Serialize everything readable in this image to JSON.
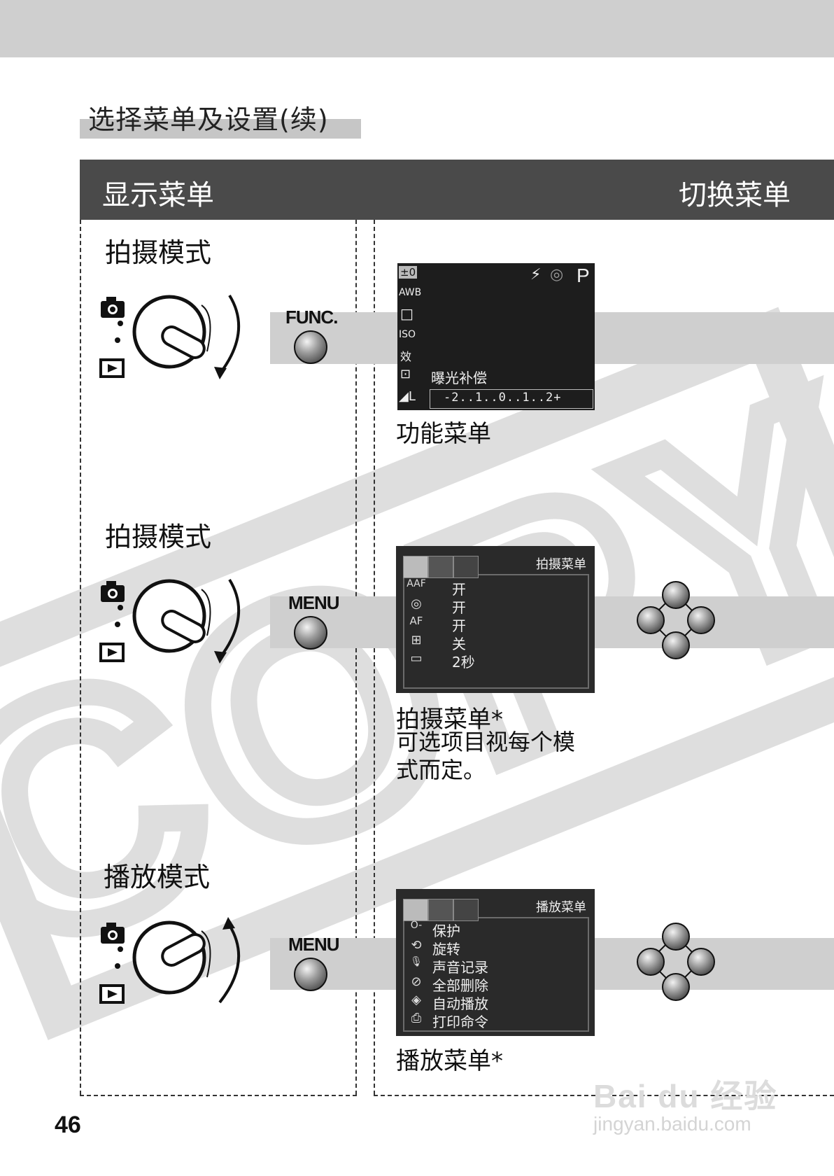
{
  "page_title": "选择菜单及设置(续)",
  "header": {
    "left": "显示菜单",
    "right": "切换菜单"
  },
  "watermark": {
    "copy": "COPY",
    "brand": "Bai du 经验",
    "url": "jingyan.baidu.com"
  },
  "page_number": "46",
  "rows": [
    {
      "mode_label": "拍摄模式",
      "button": "FUNC.",
      "dial_arrow": "down",
      "caption": "功能菜单",
      "caption_note": "",
      "lcd": {
        "type": "func",
        "top_icons": [
          "⚡",
          "◎",
          "P"
        ],
        "left_icons": [
          "±0",
          "AWB",
          "□",
          "ISO",
          "效",
          "⊡",
          "◢L"
        ],
        "label": "曝光补偿",
        "scale": "-2..1..0..1..2+"
      }
    },
    {
      "mode_label": "拍摄模式",
      "button": "MENU",
      "dial_arrow": "down",
      "caption": "拍摄菜单*",
      "caption_note": "可选项目视每个模式而定。",
      "caption_note_lines": [
        "可选项目视每个模",
        "式而定。"
      ],
      "lcd": {
        "type": "menu",
        "title": "拍摄菜单",
        "items": [
          {
            "icon": "AAF",
            "value": "开"
          },
          {
            "icon": "◎",
            "value": "开"
          },
          {
            "icon": "AF",
            "value": "开"
          },
          {
            "icon": "⊞",
            "value": "关"
          },
          {
            "icon": "▭",
            "value": "2秒"
          }
        ]
      }
    },
    {
      "mode_label": "播放模式",
      "button": "MENU",
      "dial_arrow": "up",
      "caption": "播放菜单*",
      "caption_note": "",
      "lcd": {
        "type": "menu",
        "title": "播放菜单",
        "items": [
          {
            "icon": "O-",
            "value": "保护"
          },
          {
            "icon": "⟲",
            "value": "旋转"
          },
          {
            "icon": "🎙",
            "value": "声音记录"
          },
          {
            "icon": "⊘",
            "value": "全部删除"
          },
          {
            "icon": "◈",
            "value": "自动播放"
          },
          {
            "icon": "⎙",
            "value": "打印命令"
          }
        ]
      }
    }
  ]
}
